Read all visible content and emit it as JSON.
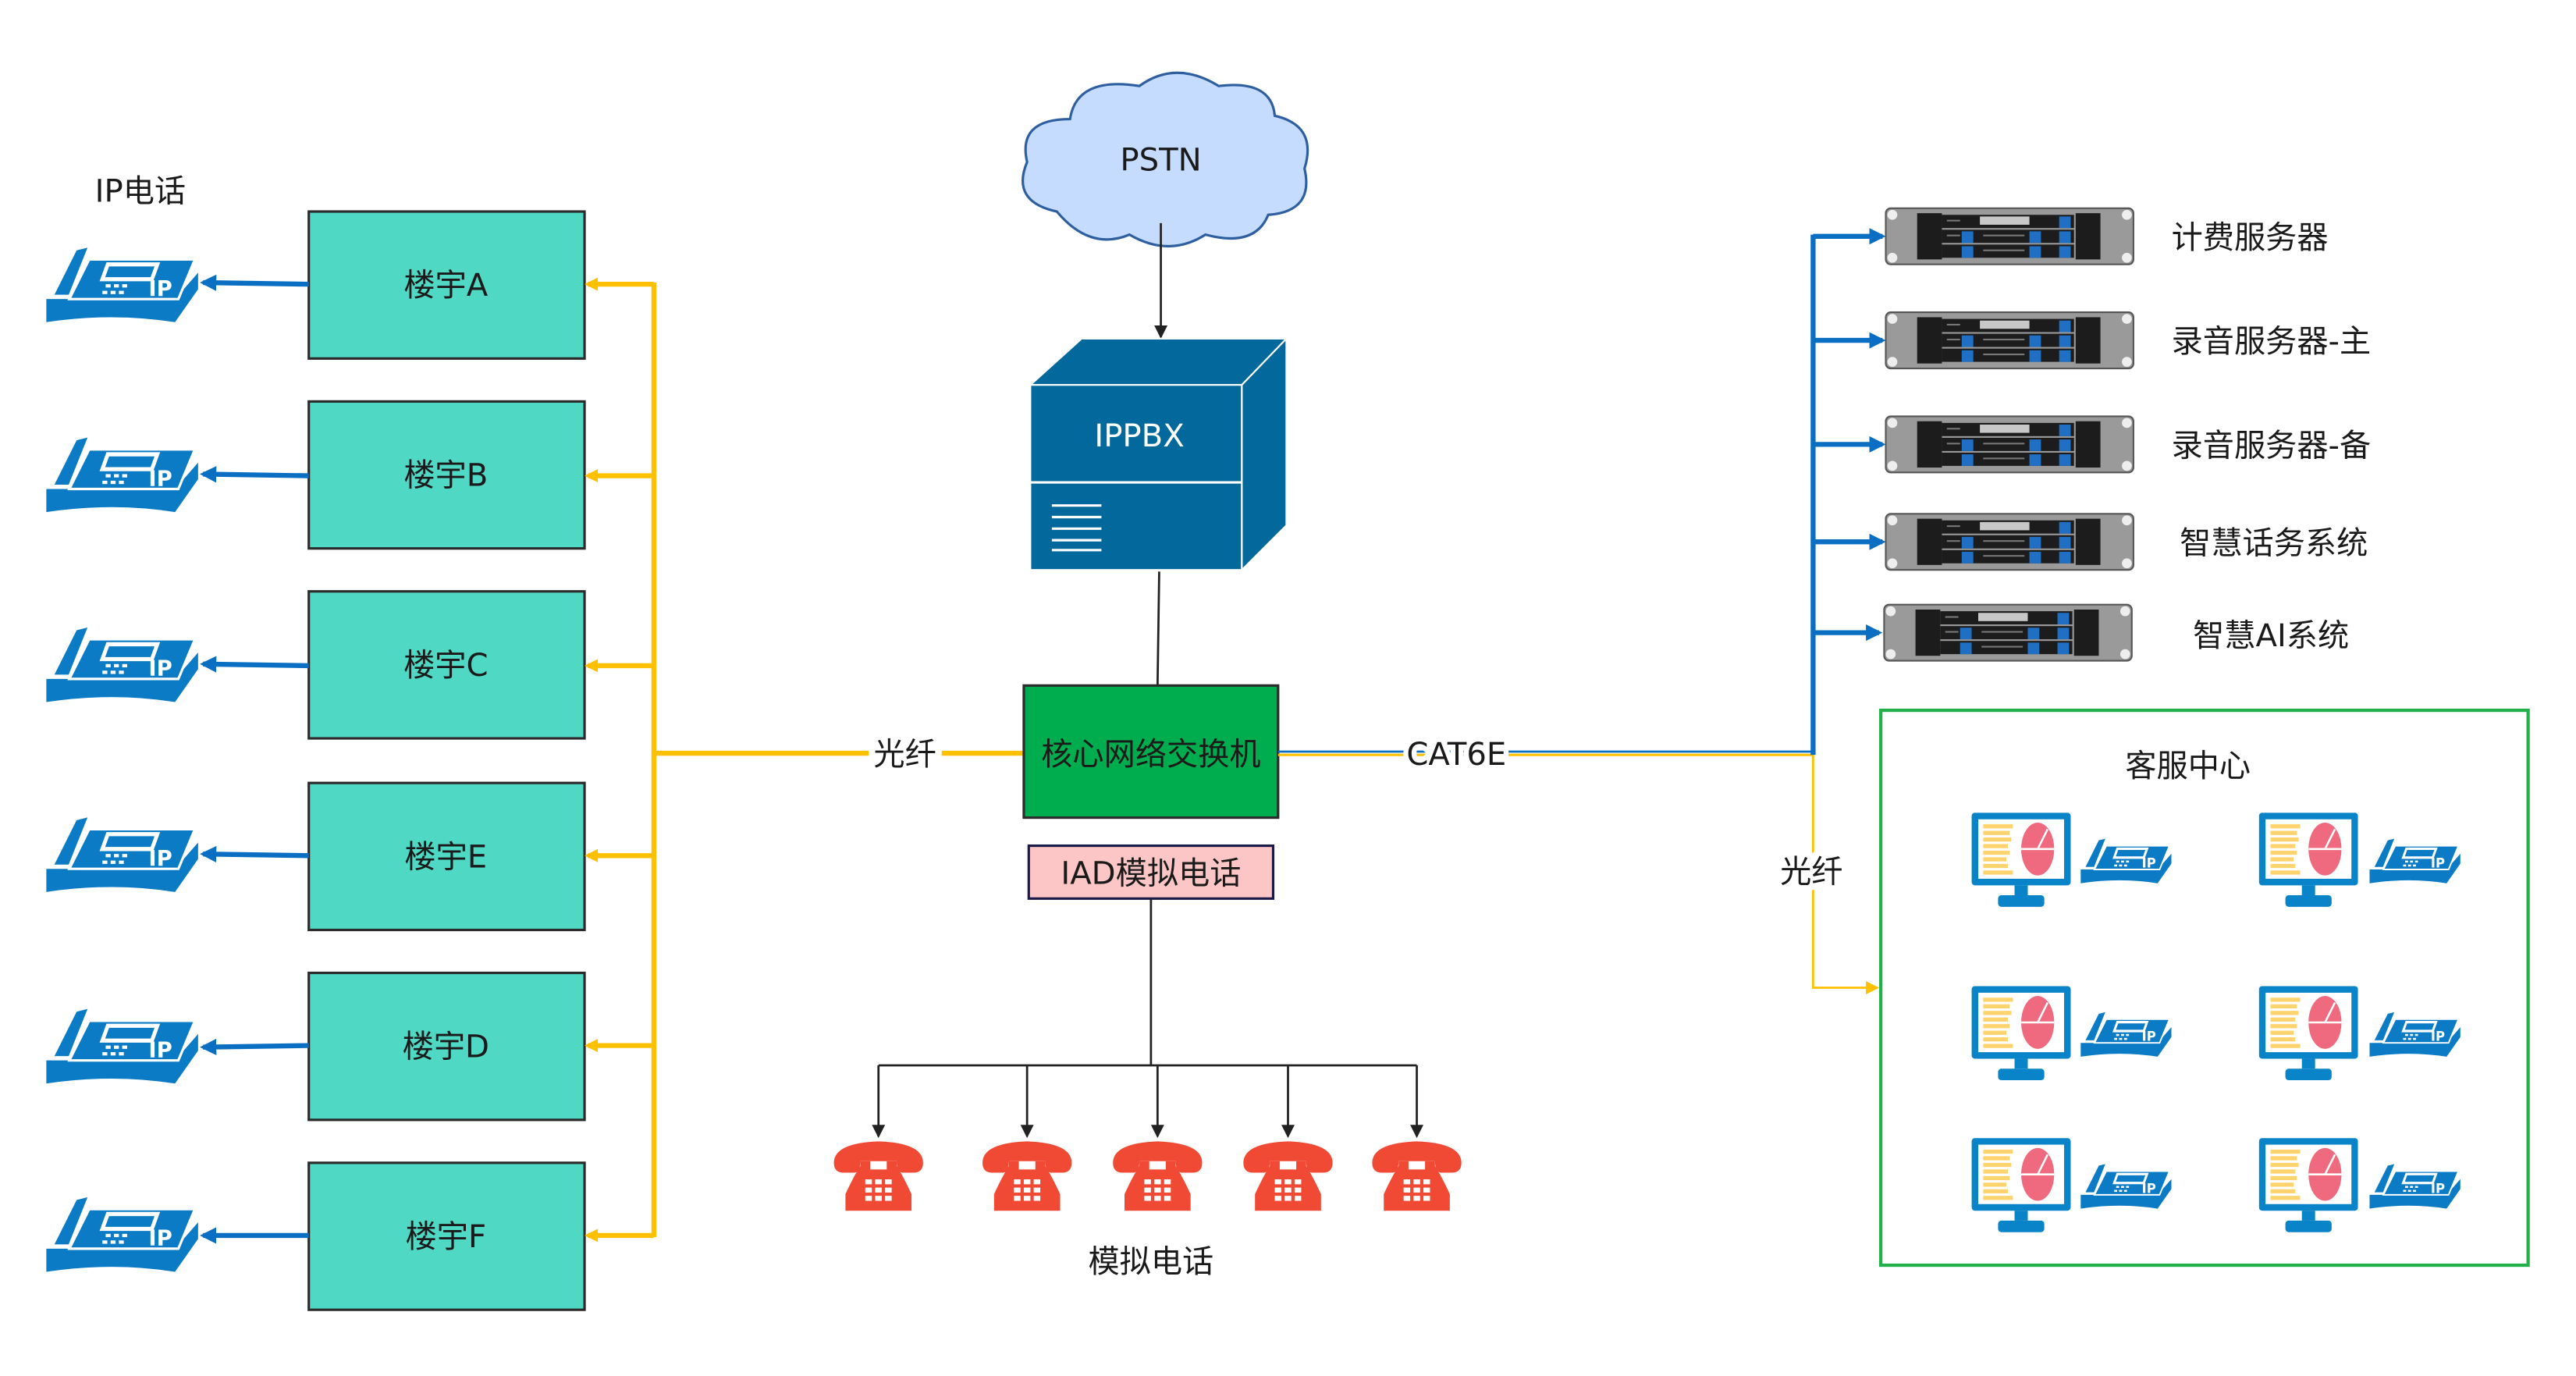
{
  "pstn": {
    "label": "PSTN"
  },
  "ippbx": {
    "label": "IPPBX"
  },
  "core_switch": {
    "label": "核心网络交换机"
  },
  "iad": {
    "label": "IAD模拟电话"
  },
  "ip_phones": {
    "label": "IP电话"
  },
  "analog_phones": {
    "label": "模拟电话"
  },
  "links": {
    "fiber_left": "光纤",
    "cat6e": "CAT6E",
    "fiber_right": "光纤"
  },
  "buildings": [
    "楼宇A",
    "楼宇B",
    "楼宇C",
    "楼宇E",
    "楼宇D",
    "楼宇F"
  ],
  "servers": [
    "计费服务器",
    "录音服务器-主",
    "录音服务器-备",
    "智慧话务系统",
    "智慧AI系统"
  ],
  "service_center": {
    "label": "客服中心"
  },
  "colors": {
    "building_fill": "#4fd8c3",
    "switch_fill": "#00ad4e",
    "iad_fill": "#fcc6c6",
    "ippbx_fill": "#03699c",
    "fiber": "#ffc000",
    "ethernet": "#0a6fc2",
    "analog_phone": "#f04a35",
    "service_border": "#22b04b",
    "cloud_fill": "#c6dcff"
  }
}
